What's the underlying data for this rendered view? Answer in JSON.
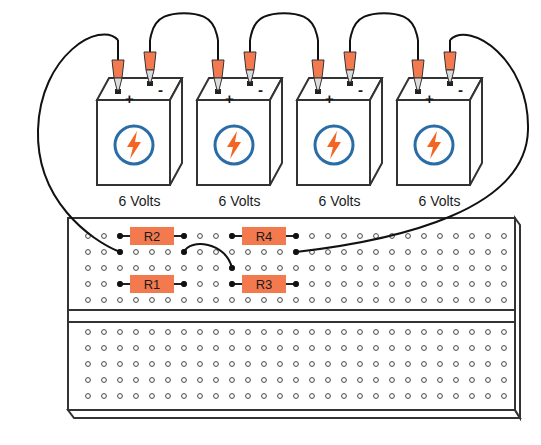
{
  "diagram": {
    "nodes": [
      {
        "text": [
          "+",
          "-",
          "6 Volts"
        ]
      },
      {
        "text": [
          "+",
          "-",
          "6 Volts"
        ]
      },
      {
        "text": [
          "+",
          "-",
          "6 Volts"
        ]
      },
      {
        "text": [
          "+",
          "-",
          "6 Volts"
        ]
      },
      {
        "text": [
          "R2"
        ]
      },
      {
        "text": [
          "R4"
        ]
      },
      {
        "text": [
          "R1"
        ]
      },
      {
        "text": [
          "R3"
        ]
      }
    ],
    "edges": [
      {
        "from": 0,
        "to": 1,
        "arrow": "none"
      },
      {
        "from": 1,
        "to": 2,
        "arrow": "none"
      },
      {
        "from": 2,
        "to": 3,
        "arrow": "none"
      }
    ]
  }
}
